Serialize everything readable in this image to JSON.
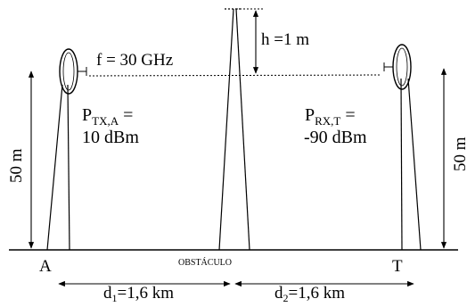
{
  "labels": {
    "frequency": "f = 30 GHz",
    "height_diff": "h =1 m",
    "tx_height": "50 m",
    "rx_height": "50 m",
    "ptx_main": "P",
    "ptx_sub": "TX,A",
    "ptx_eq": " =",
    "ptx_value": "10 dBm",
    "prx_main": "P",
    "prx_sub": "RX,T",
    "prx_eq": " =",
    "prx_value": "-90 dBm",
    "point_a": "A",
    "point_t": "T",
    "obstacle": "OBSTÁCULO",
    "d1_main": "d",
    "d1_sub": "1",
    "d1_value": "=1,6 km",
    "d2_main": "d",
    "d2_sub": "2",
    "d2_value": "=1,6 km"
  }
}
